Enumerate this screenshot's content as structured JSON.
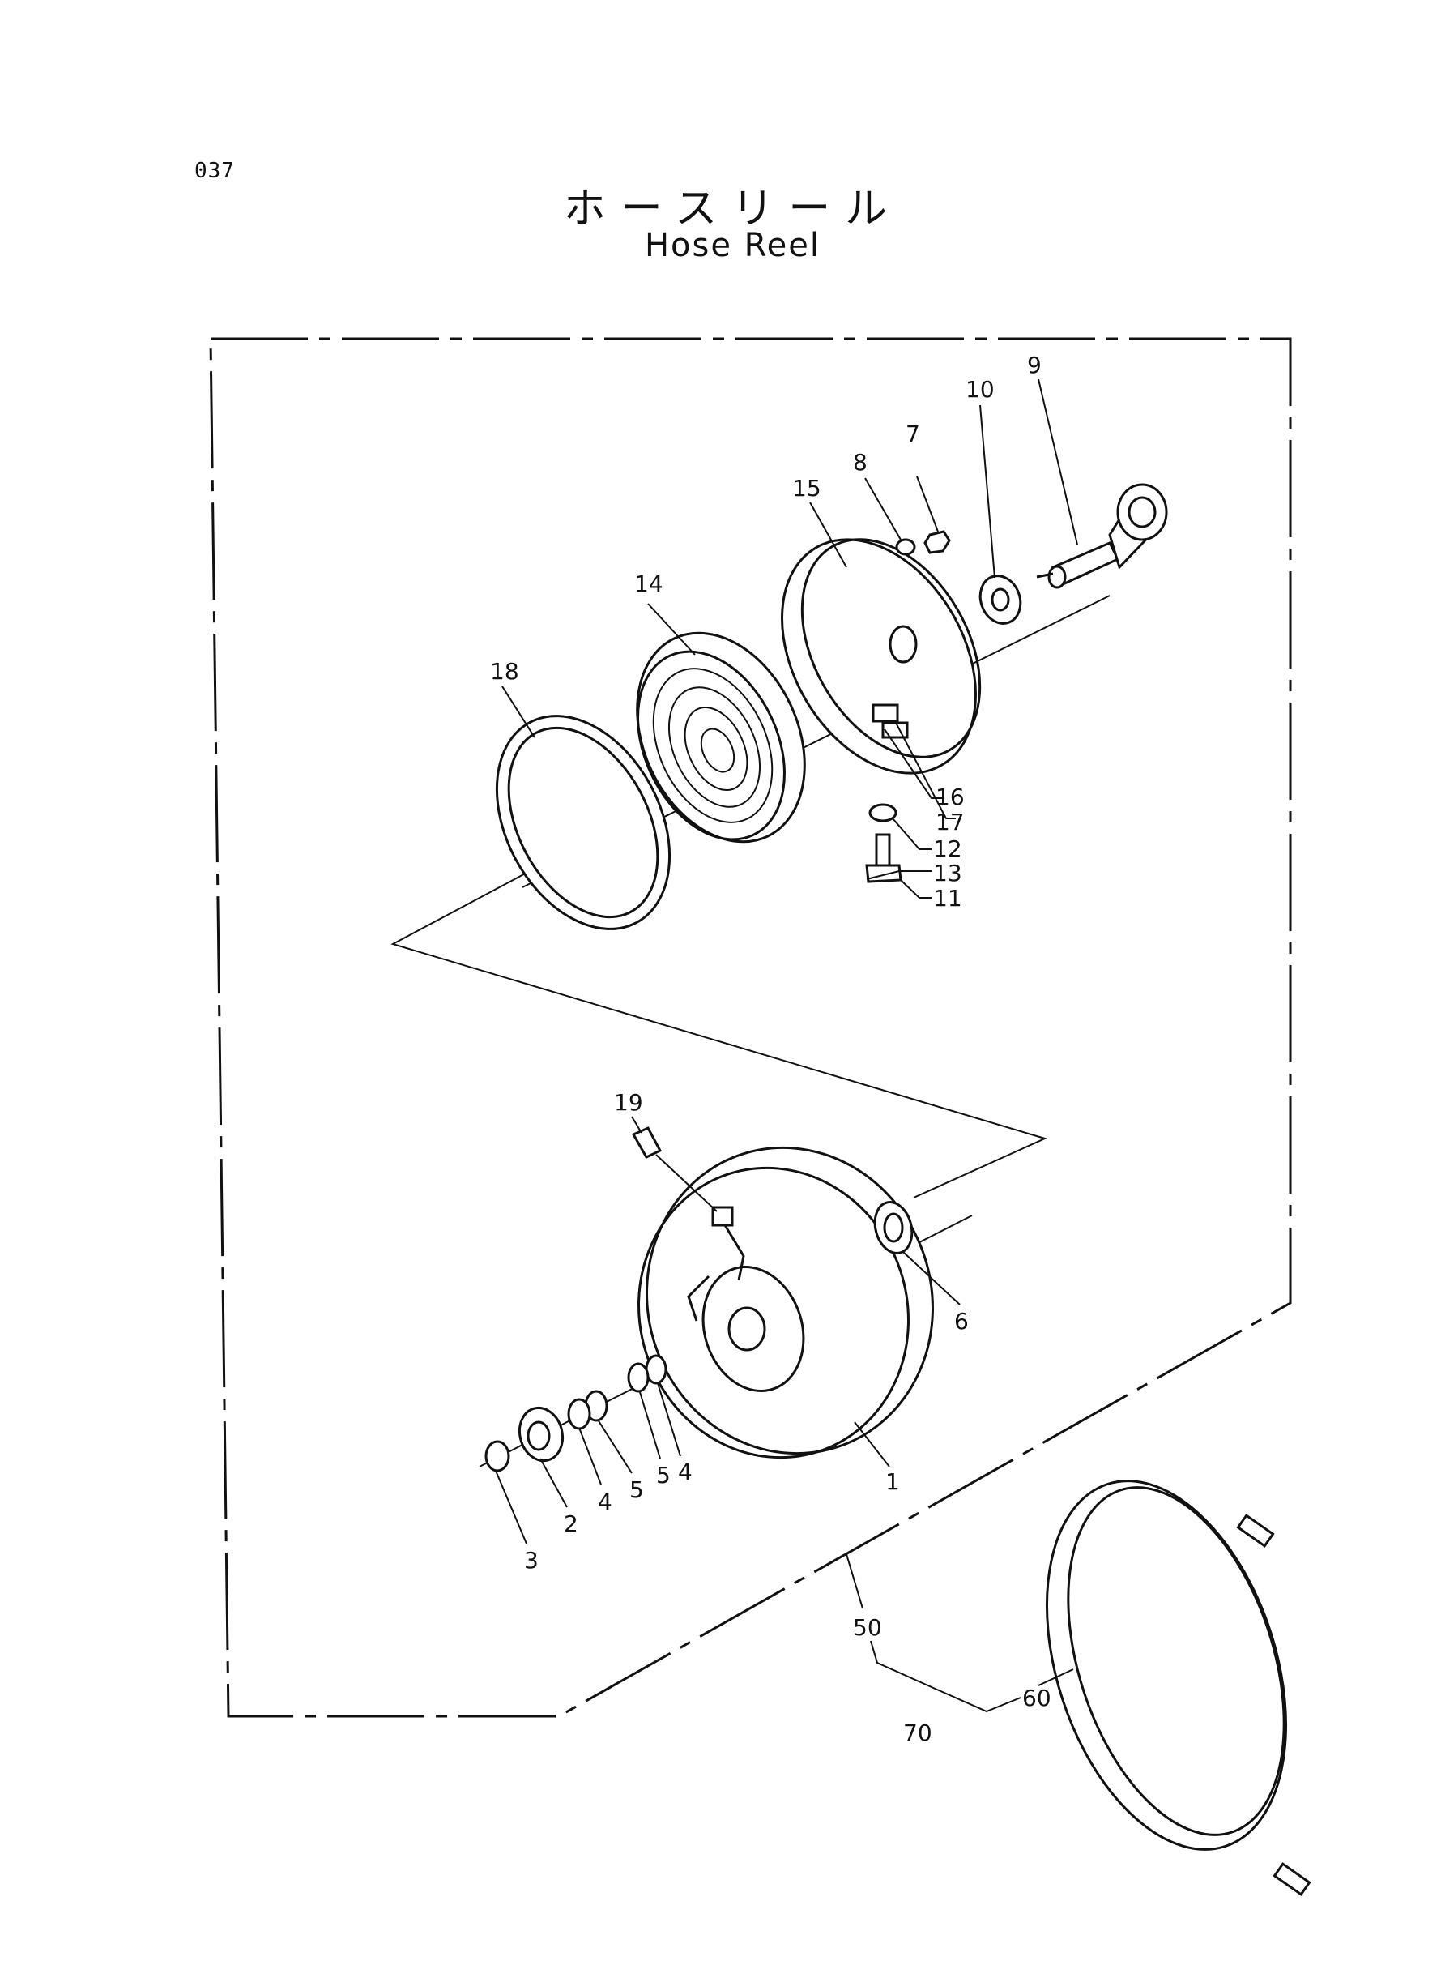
{
  "page_number": "037",
  "title_ja": "ホースリール",
  "title_en": "Hose Reel",
  "labels": {
    "p1": "1",
    "p2": "2",
    "p3": "3",
    "p4a": "4",
    "p4b": "4",
    "p5a": "5",
    "p5b": "5",
    "p6": "6",
    "p7": "7",
    "p8": "8",
    "p9": "9",
    "p10": "10",
    "p11": "11",
    "p12": "12",
    "p13": "13",
    "p14": "14",
    "p15": "15",
    "p16": "16",
    "p17": "17",
    "p18": "18",
    "p19": "19",
    "p50": "50",
    "p60": "60",
    "p70": "70"
  }
}
